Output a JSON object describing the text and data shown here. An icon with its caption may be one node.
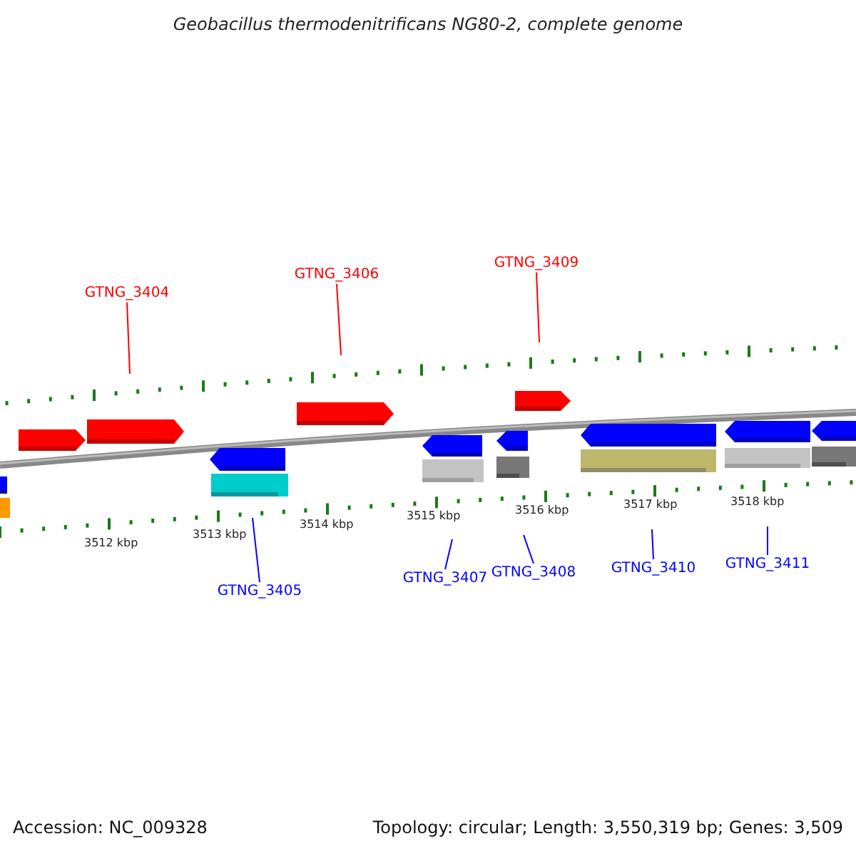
{
  "diagram": {
    "title": "Geobacillus thermodenitrificans NG80-2, complete genome",
    "nodes": [
      {
        "text": [
          "GTNG_3404"
        ]
      },
      {
        "text": [
          "GTNG_3406"
        ]
      },
      {
        "text": [
          "GTNG_3409"
        ]
      },
      {
        "text": [
          "GTNG_3405"
        ]
      },
      {
        "text": [
          "GTNG_3407"
        ]
      },
      {
        "text": [
          "GTNG_3408"
        ]
      },
      {
        "text": [
          "GTNG_3410"
        ]
      },
      {
        "text": [
          "GTNG_3411"
        ]
      }
    ],
    "edges": [
      {
        "from": 0,
        "to": null,
        "arrow": "none",
        "color": "#ff0000"
      },
      {
        "from": 1,
        "to": null,
        "arrow": "none",
        "color": "#ff0000"
      },
      {
        "from": 2,
        "to": null,
        "arrow": "none",
        "color": "#ff0000"
      },
      {
        "from": 3,
        "to": null,
        "arrow": "none"
      },
      {
        "from": 4,
        "to": null,
        "arrow": "none"
      },
      {
        "from": 5,
        "to": null,
        "arrow": "none"
      },
      {
        "from": 6,
        "to": null,
        "arrow": "none"
      },
      {
        "from": 7,
        "to": null,
        "arrow": "none"
      }
    ],
    "labels": [
      "3512 kbp",
      "3513 kbp",
      "3514 kbp",
      "3515 kbp",
      "3516 kbp",
      "3517 kbp",
      "3518 kbp",
      "Accession: NC_009328",
      "Topology: circular; Length: 3,550,319 bp; Genes: 3,509"
    ]
  }
}
